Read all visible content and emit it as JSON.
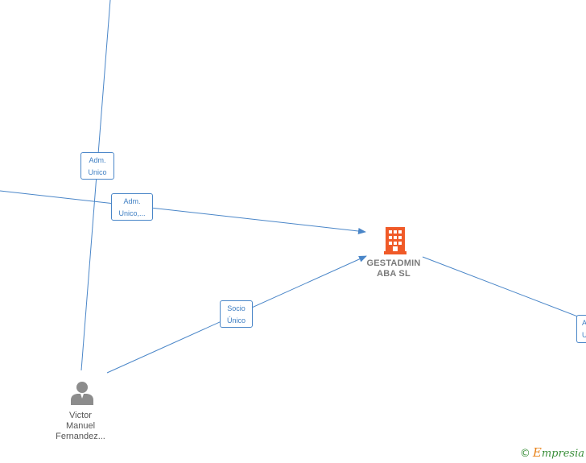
{
  "colors": {
    "edge": "#4a86c8",
    "company": "#f05a28",
    "person": "#8c8c8c",
    "label_text": "#3f7fc3"
  },
  "nodes": {
    "company": {
      "name_line1": "GESTADMIN",
      "name_line2": "ABA SL",
      "icon": "building-icon"
    },
    "person": {
      "name_line1": "Victor",
      "name_line2": "Manuel",
      "name_line3": "Fernandez...",
      "icon": "person-icon"
    }
  },
  "edge_labels": {
    "vertical": {
      "line1": "Adm.",
      "line2": "Unico"
    },
    "diagonal": {
      "line1": "Adm.",
      "line2": "Unico,..."
    },
    "socio": {
      "line1": "Socio",
      "line2": "Único"
    },
    "right": {
      "line1": "A",
      "line2": "U"
    }
  },
  "brand": {
    "copyright": "©",
    "initial": "E",
    "rest": "mpresia"
  }
}
